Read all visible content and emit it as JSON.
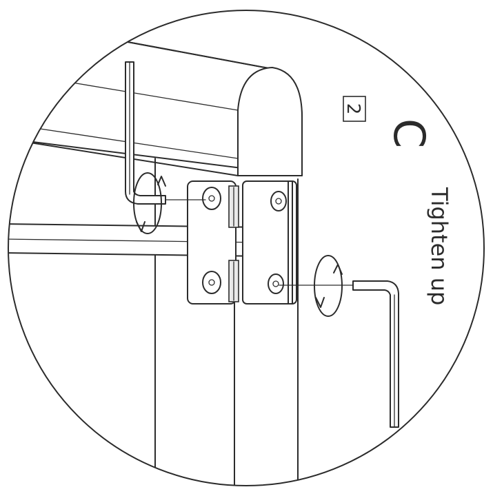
{
  "step": {
    "number": "2",
    "letter": "C"
  },
  "instruction": "Tighten up"
}
